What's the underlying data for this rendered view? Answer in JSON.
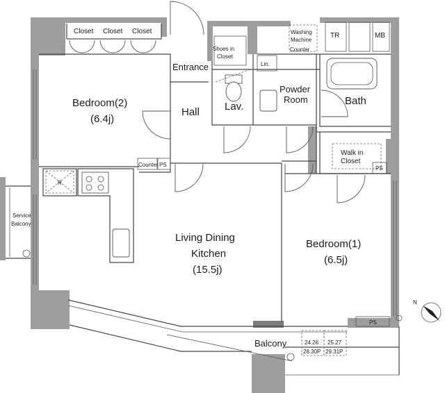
{
  "rooms": {
    "bedroom2": {
      "name": "Bedroom(2)",
      "size": "(6.4j)"
    },
    "living": {
      "line1": "Living Dining",
      "line2": "Kitchen",
      "size": "(15.5j)"
    },
    "bedroom1": {
      "name": "Bedroom(1)",
      "size": "(6.5j)"
    },
    "hall": "Hall",
    "entrance": "Entrance",
    "lav": "Lav.",
    "powder_room": {
      "line1": "Powder",
      "line2": "Room"
    },
    "bath": "Bath",
    "balcony": "Balcony",
    "service_balcony": {
      "line1": "Service",
      "line2": "Balcony"
    },
    "walk_in_closet": {
      "line1": "Walk in",
      "line2": "Closet"
    },
    "shoes_in_closet": {
      "line1": "Shoes in",
      "line2": "Closet"
    },
    "washing_machine": {
      "line1": "Washing",
      "line2": "Machine"
    }
  },
  "labels": {
    "closets": [
      "Closet",
      "Closet",
      "Closet"
    ],
    "counter_entry": "Counter",
    "counter_hall": "Counter",
    "ps": "PS",
    "tr": "TR",
    "mb": "MB",
    "lin": "Lin.",
    "refrigerator": "R"
  },
  "ac_units": [
    {
      "top": "24.26",
      "bottom": "28.30P"
    },
    {
      "top": "25.27",
      "bottom": "29.31P"
    }
  ],
  "compass": {
    "label": "N"
  }
}
